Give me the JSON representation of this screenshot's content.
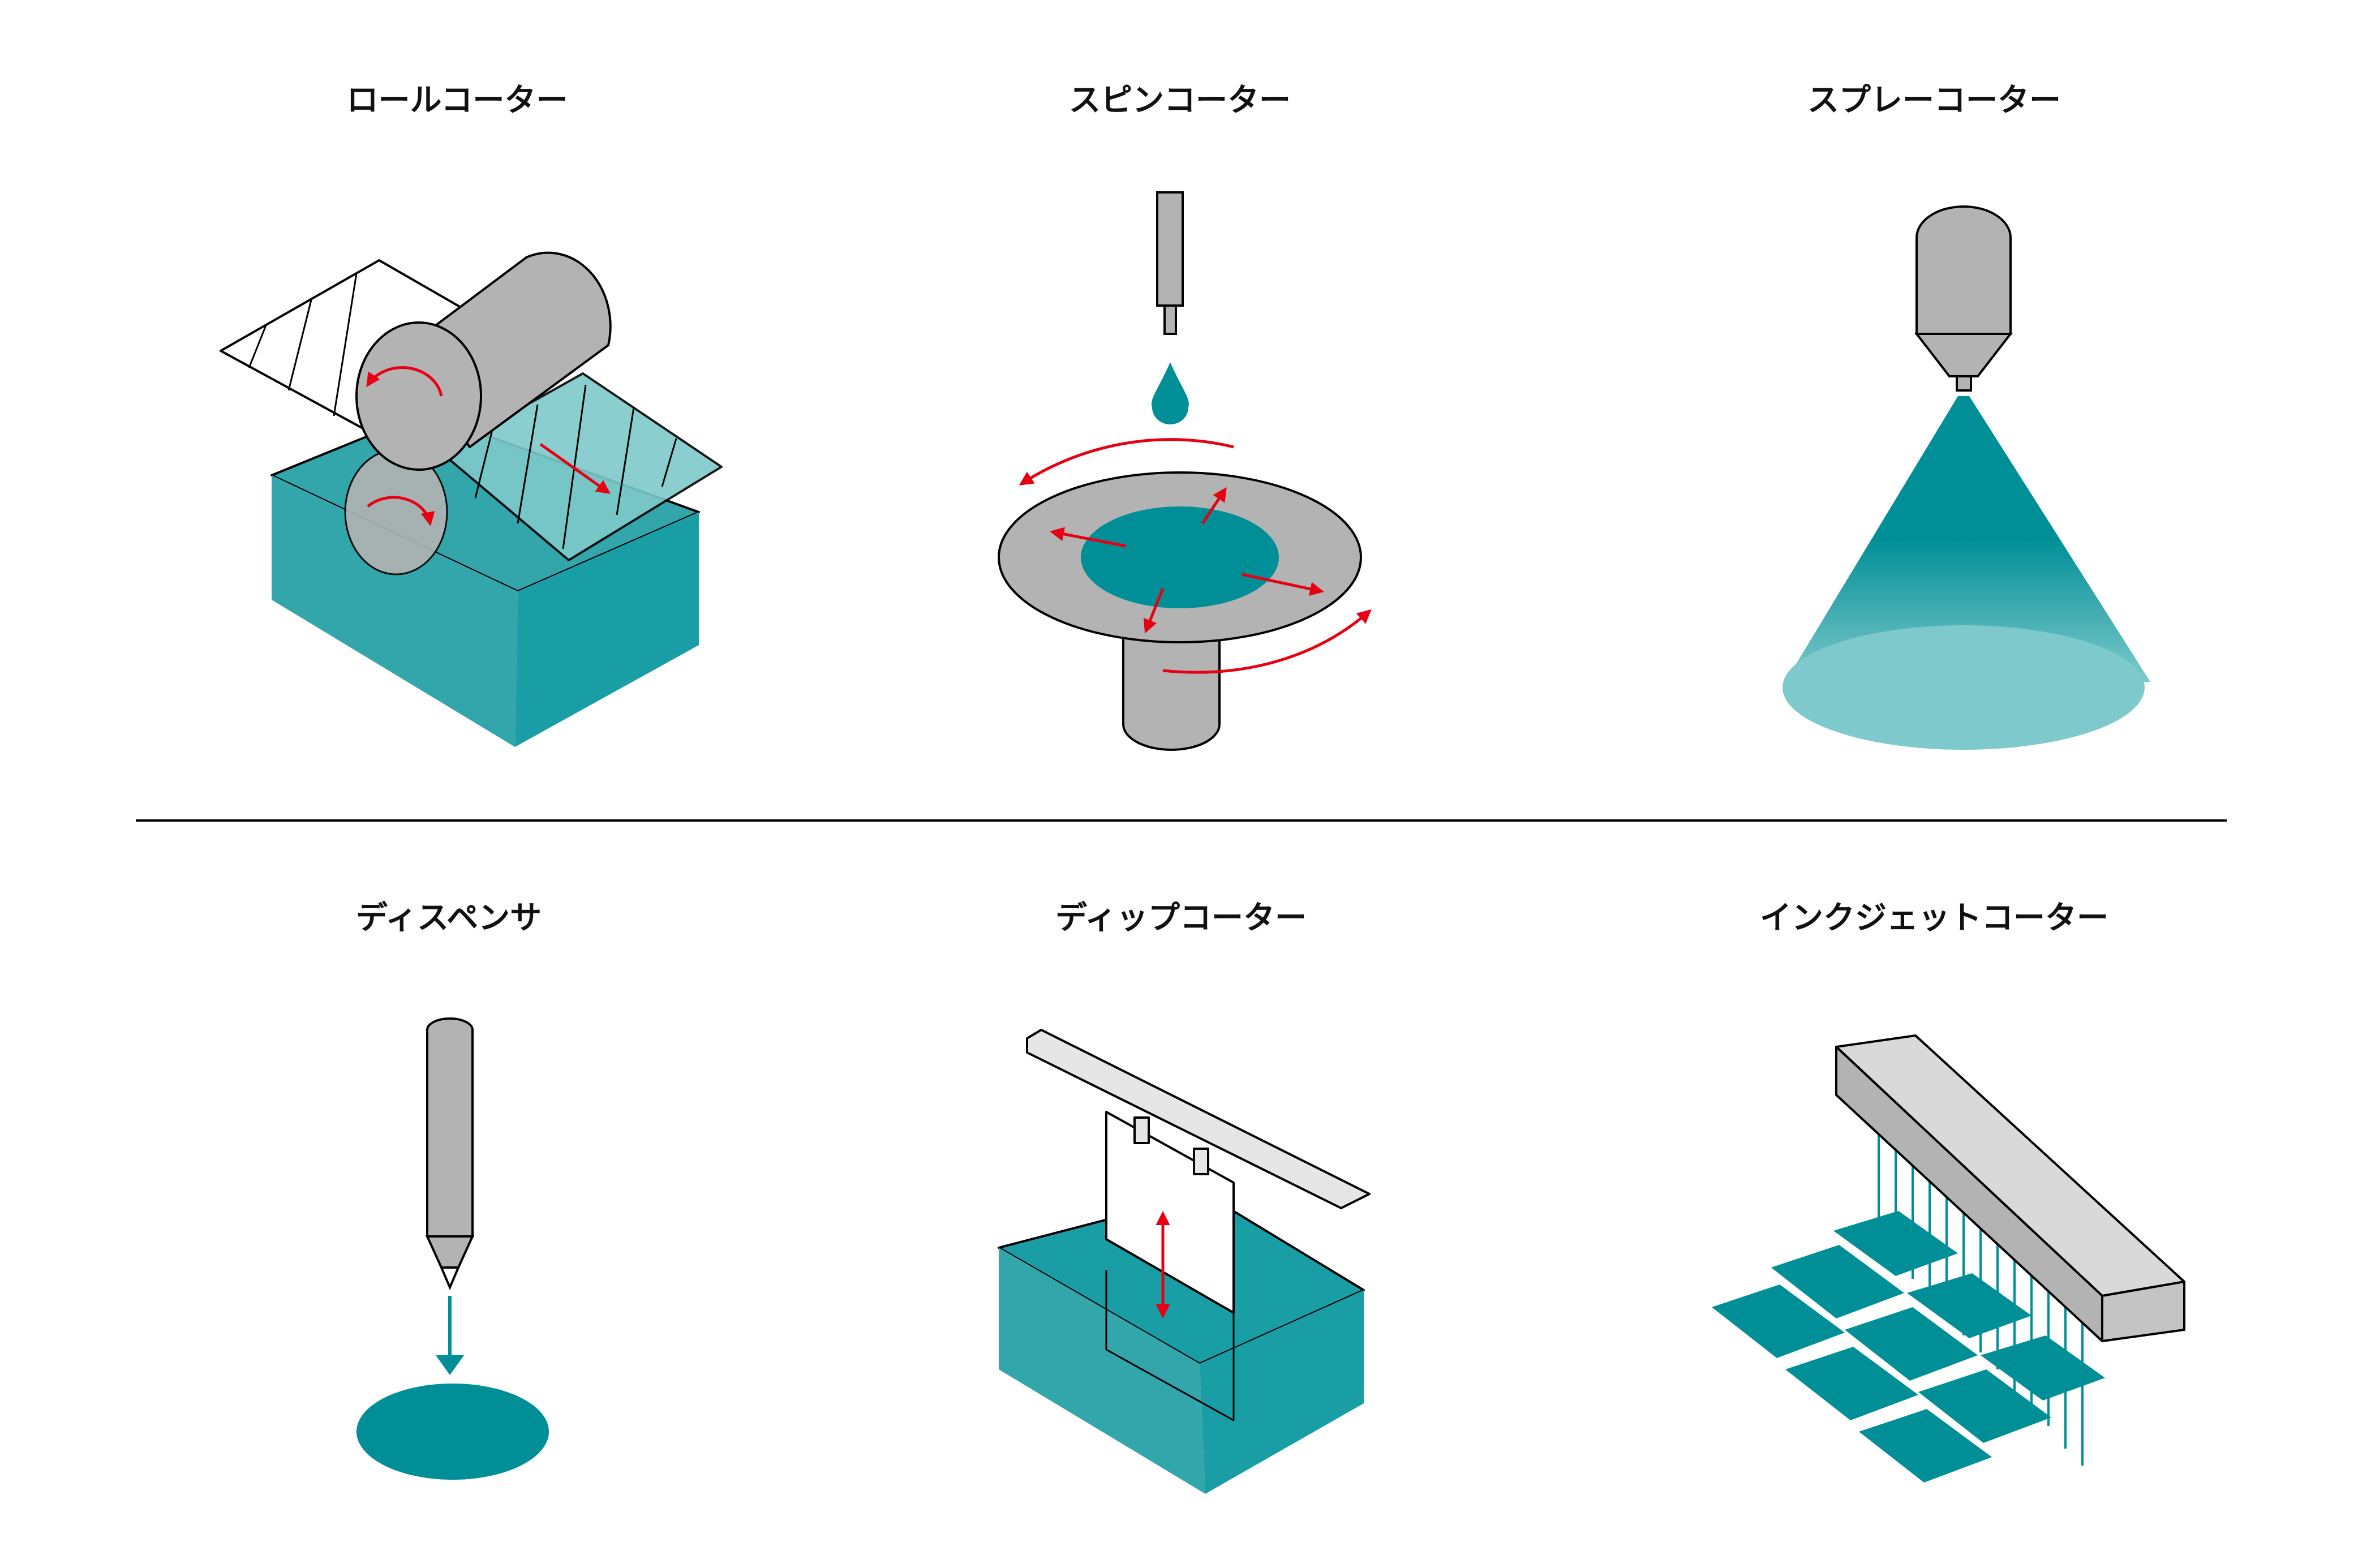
{
  "colors": {
    "teal": "#008f97",
    "teal_light": "#7ec9cb",
    "teal_mid": "#33a6ac",
    "teal_side": "#1a9ea5",
    "gray": "#b3b3b3",
    "gray_dark": "#8c8c8c",
    "arrow_red": "#e60012",
    "line": "#000000"
  },
  "captions": {
    "roll": "ロールコーター",
    "spin": "スピンコーター",
    "spray": "スプレーコーター",
    "dispenser": "ディスペンサ",
    "dip": "ディップコーター",
    "inkjet": "インクジェットコーター"
  },
  "icons": {
    "roll": "roll-coater-illustration",
    "spin": "spin-coater-illustration",
    "spray": "spray-coater-illustration",
    "dispenser": "dispenser-illustration",
    "dip": "dip-coater-illustration",
    "inkjet": "inkjet-coater-illustration"
  }
}
